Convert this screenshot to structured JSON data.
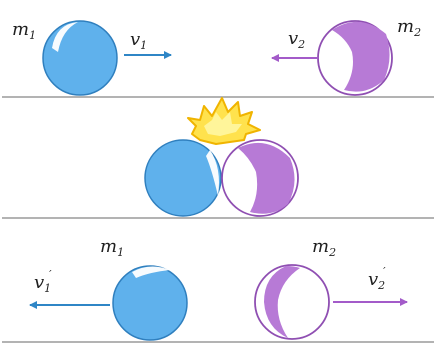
{
  "colors": {
    "ball1": "#5fb1ec",
    "ball1_edge": "#2f7fbe",
    "ball2": "#b77ad6",
    "ball2_edge": "#8f4fb2",
    "arrow1": "#2f86c6",
    "arrow2": "#a35bc9",
    "ground": "#9a9a9a",
    "burst_outer": "#f0b400",
    "burst_inner": "#ffe24d",
    "text": "#1f1f1f"
  },
  "panels": {
    "before": {
      "ball1": {
        "label": "m",
        "sub": "1"
      },
      "ball2": {
        "label": "m",
        "sub": "2"
      },
      "velocity1": {
        "label": "v",
        "sub": "1"
      },
      "velocity2": {
        "label": "v",
        "sub": "2"
      }
    },
    "collision": {},
    "after": {
      "ball1": {
        "label": "m",
        "sub": "1"
      },
      "ball2": {
        "label": "m",
        "sub": "2"
      },
      "velocity1": {
        "label": "v",
        "sub": "1",
        "prime": "′"
      },
      "velocity2": {
        "label": "v",
        "sub": "2",
        "prime": "′"
      }
    }
  }
}
